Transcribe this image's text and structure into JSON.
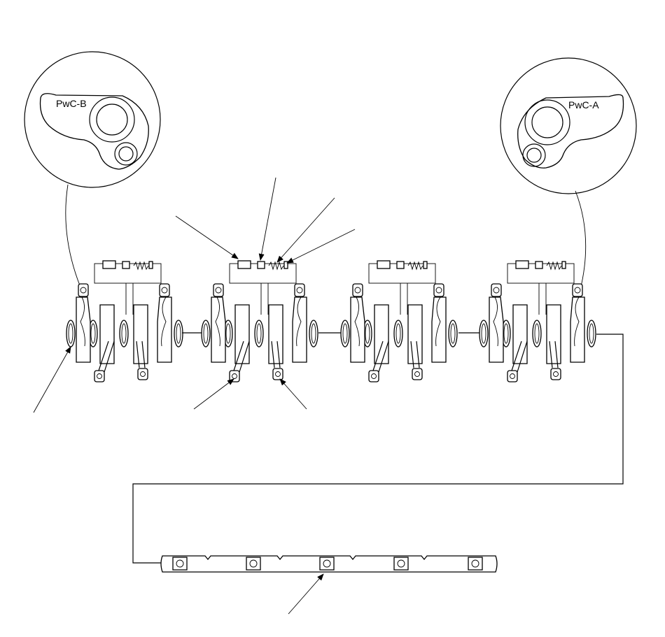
{
  "detail_callouts": {
    "left": {
      "label": "PwC-B"
    },
    "right": {
      "label": "PwC-A"
    }
  },
  "colors": {
    "line": "#000000",
    "background": "#ffffff"
  },
  "rocker_group_count": 4,
  "bar_hole_count": 5
}
